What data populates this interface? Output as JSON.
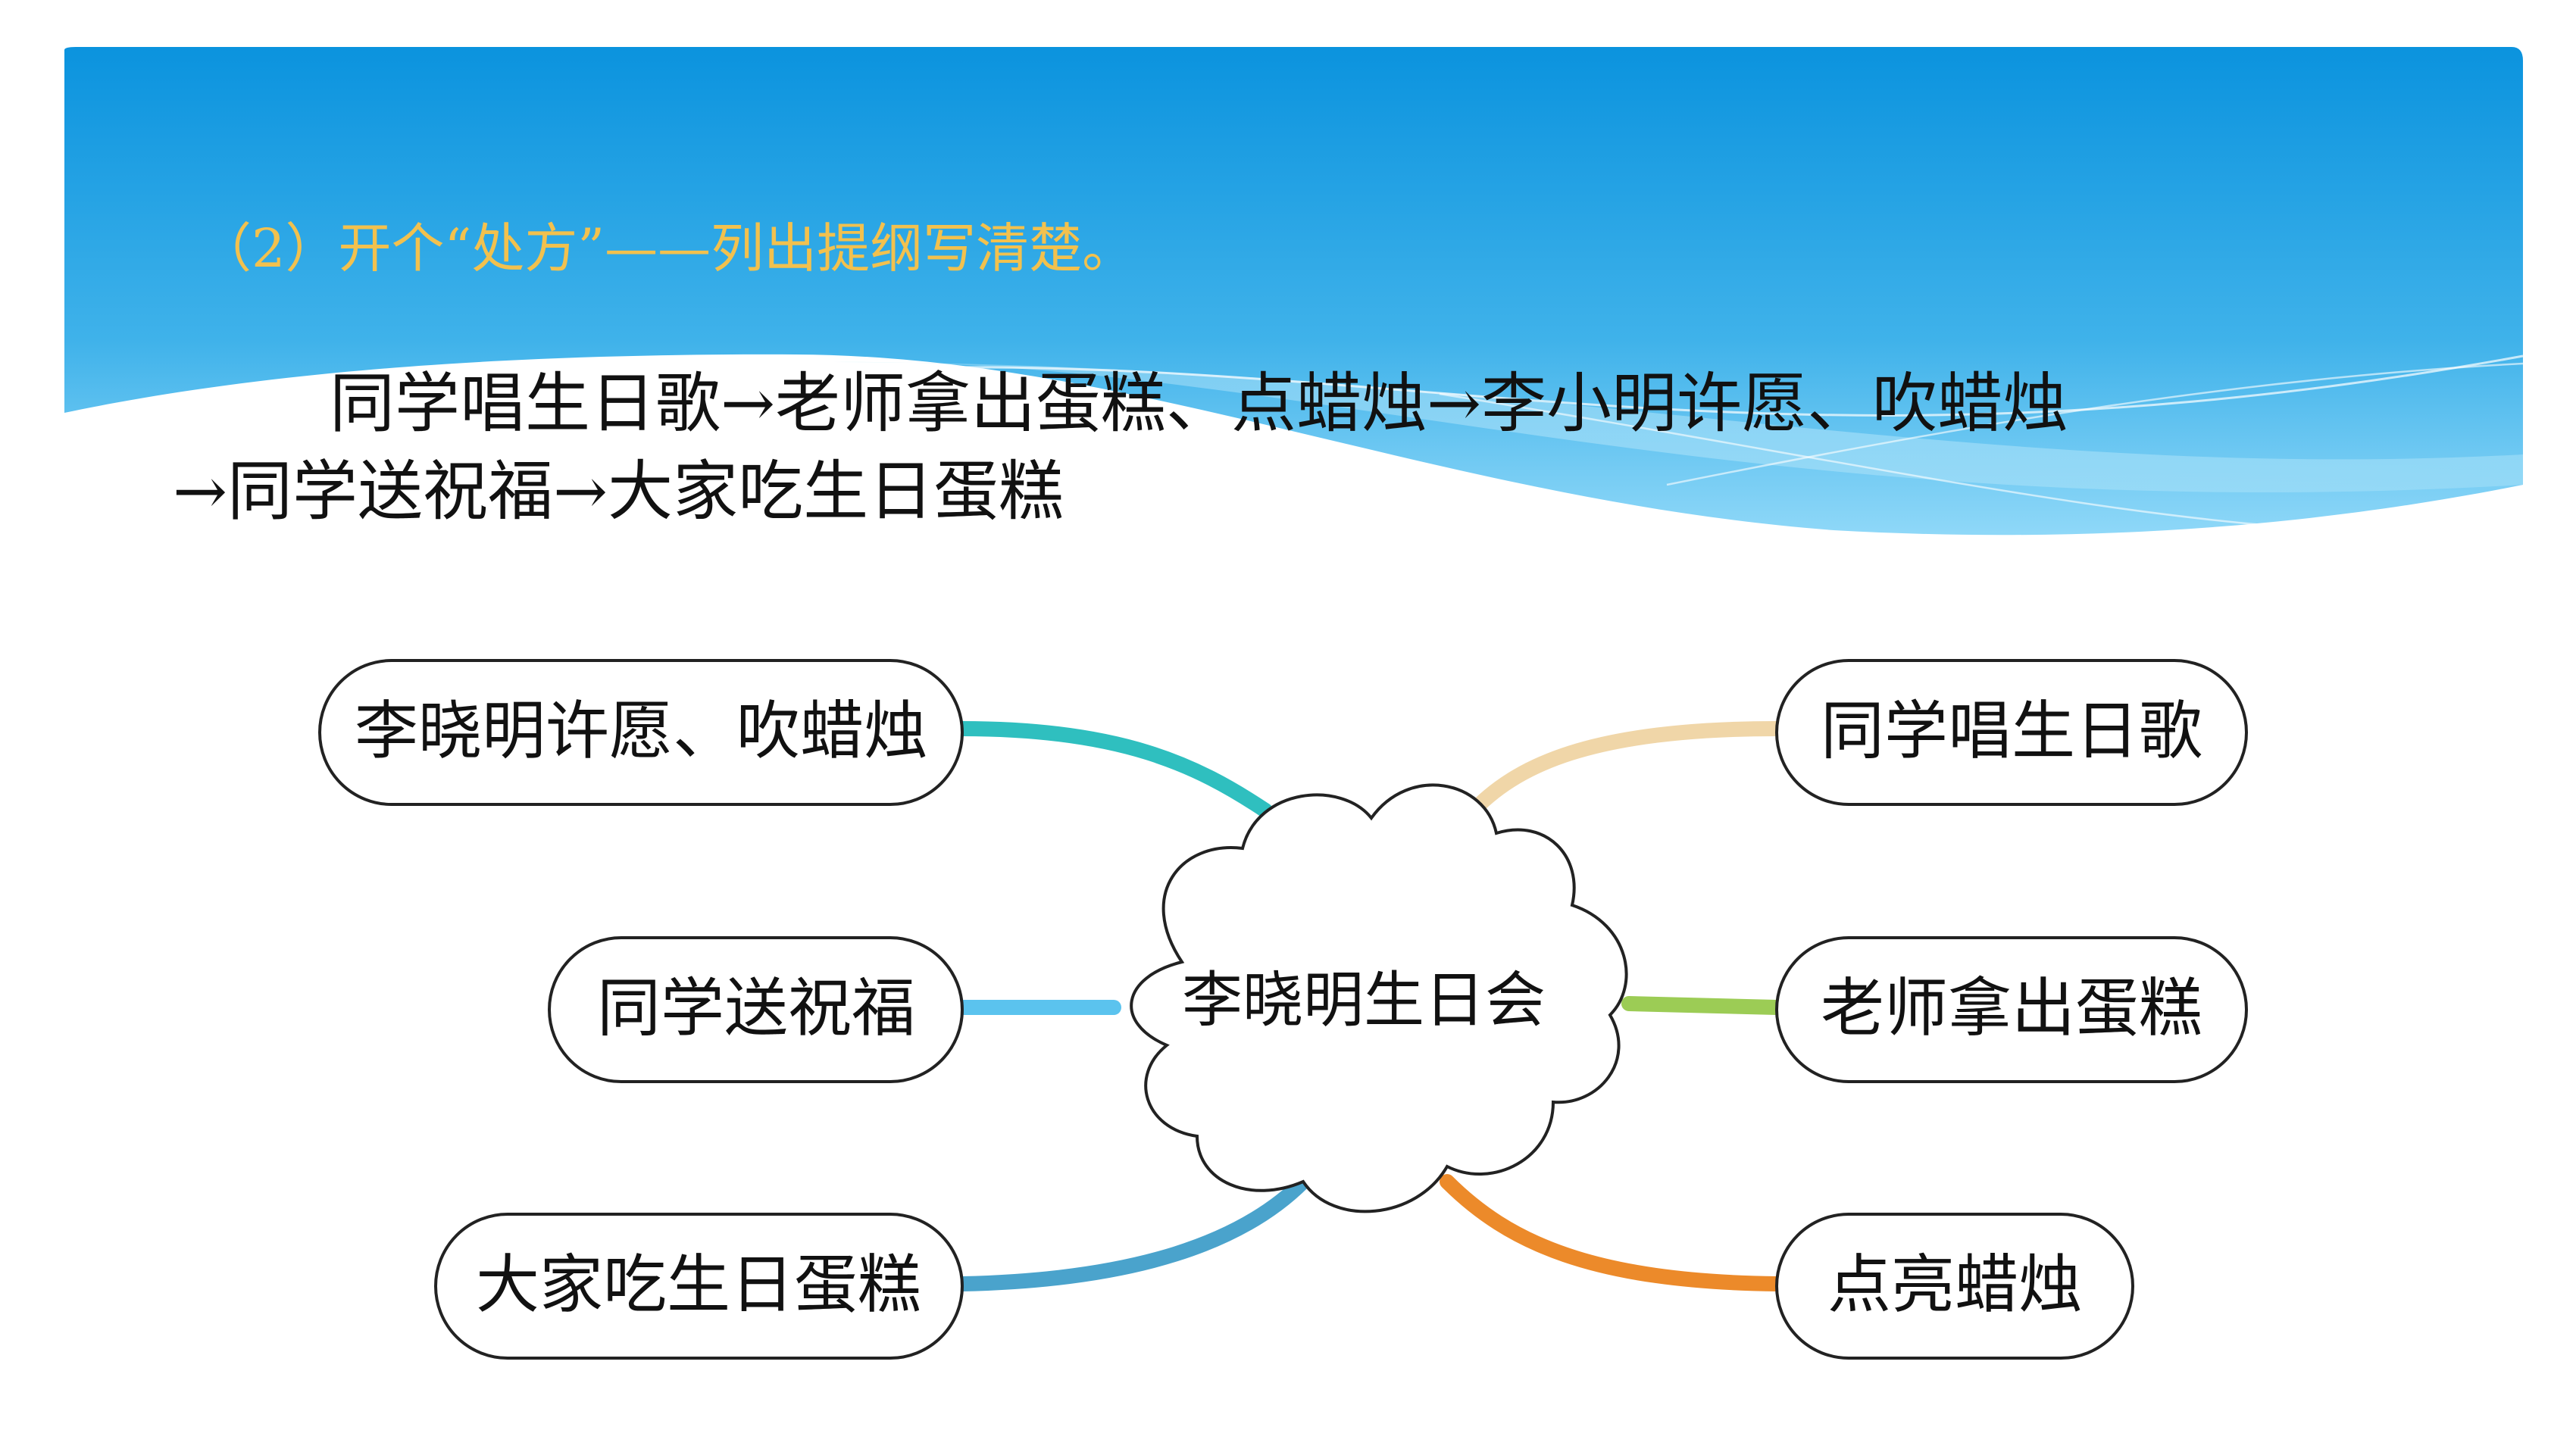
{
  "slide": {
    "subtitle": "（2）开个“处方”——列出提纲写清楚。",
    "outline_line1": "同学唱生日歌→老师拿出蛋糕、点蜡烛→李小明许愿、吹蜡烛",
    "outline_line2": "→同学送祝福→大家吃生日蛋糕"
  },
  "colors": {
    "header_top": "#0b93de",
    "header_bottom": "#7fd3f7",
    "subtitle": "#f2c14e",
    "text": "#111111"
  },
  "mindmap": {
    "center": "李晓明生日会",
    "left_nodes": [
      {
        "label": "李晓明许愿、吹蜡烛",
        "color": "#2fbfbf"
      },
      {
        "label": "同学送祝福",
        "color": "#5bc3ee"
      },
      {
        "label": "大家吃生日蛋糕",
        "color": "#4aa3cc"
      }
    ],
    "right_nodes": [
      {
        "label": "同学唱生日歌",
        "color": "#f0d6a8"
      },
      {
        "label": "老师拿出蛋糕",
        "color": "#9ccc55"
      },
      {
        "label": "点亮蜡烛",
        "color": "#ec8a2a"
      }
    ]
  }
}
